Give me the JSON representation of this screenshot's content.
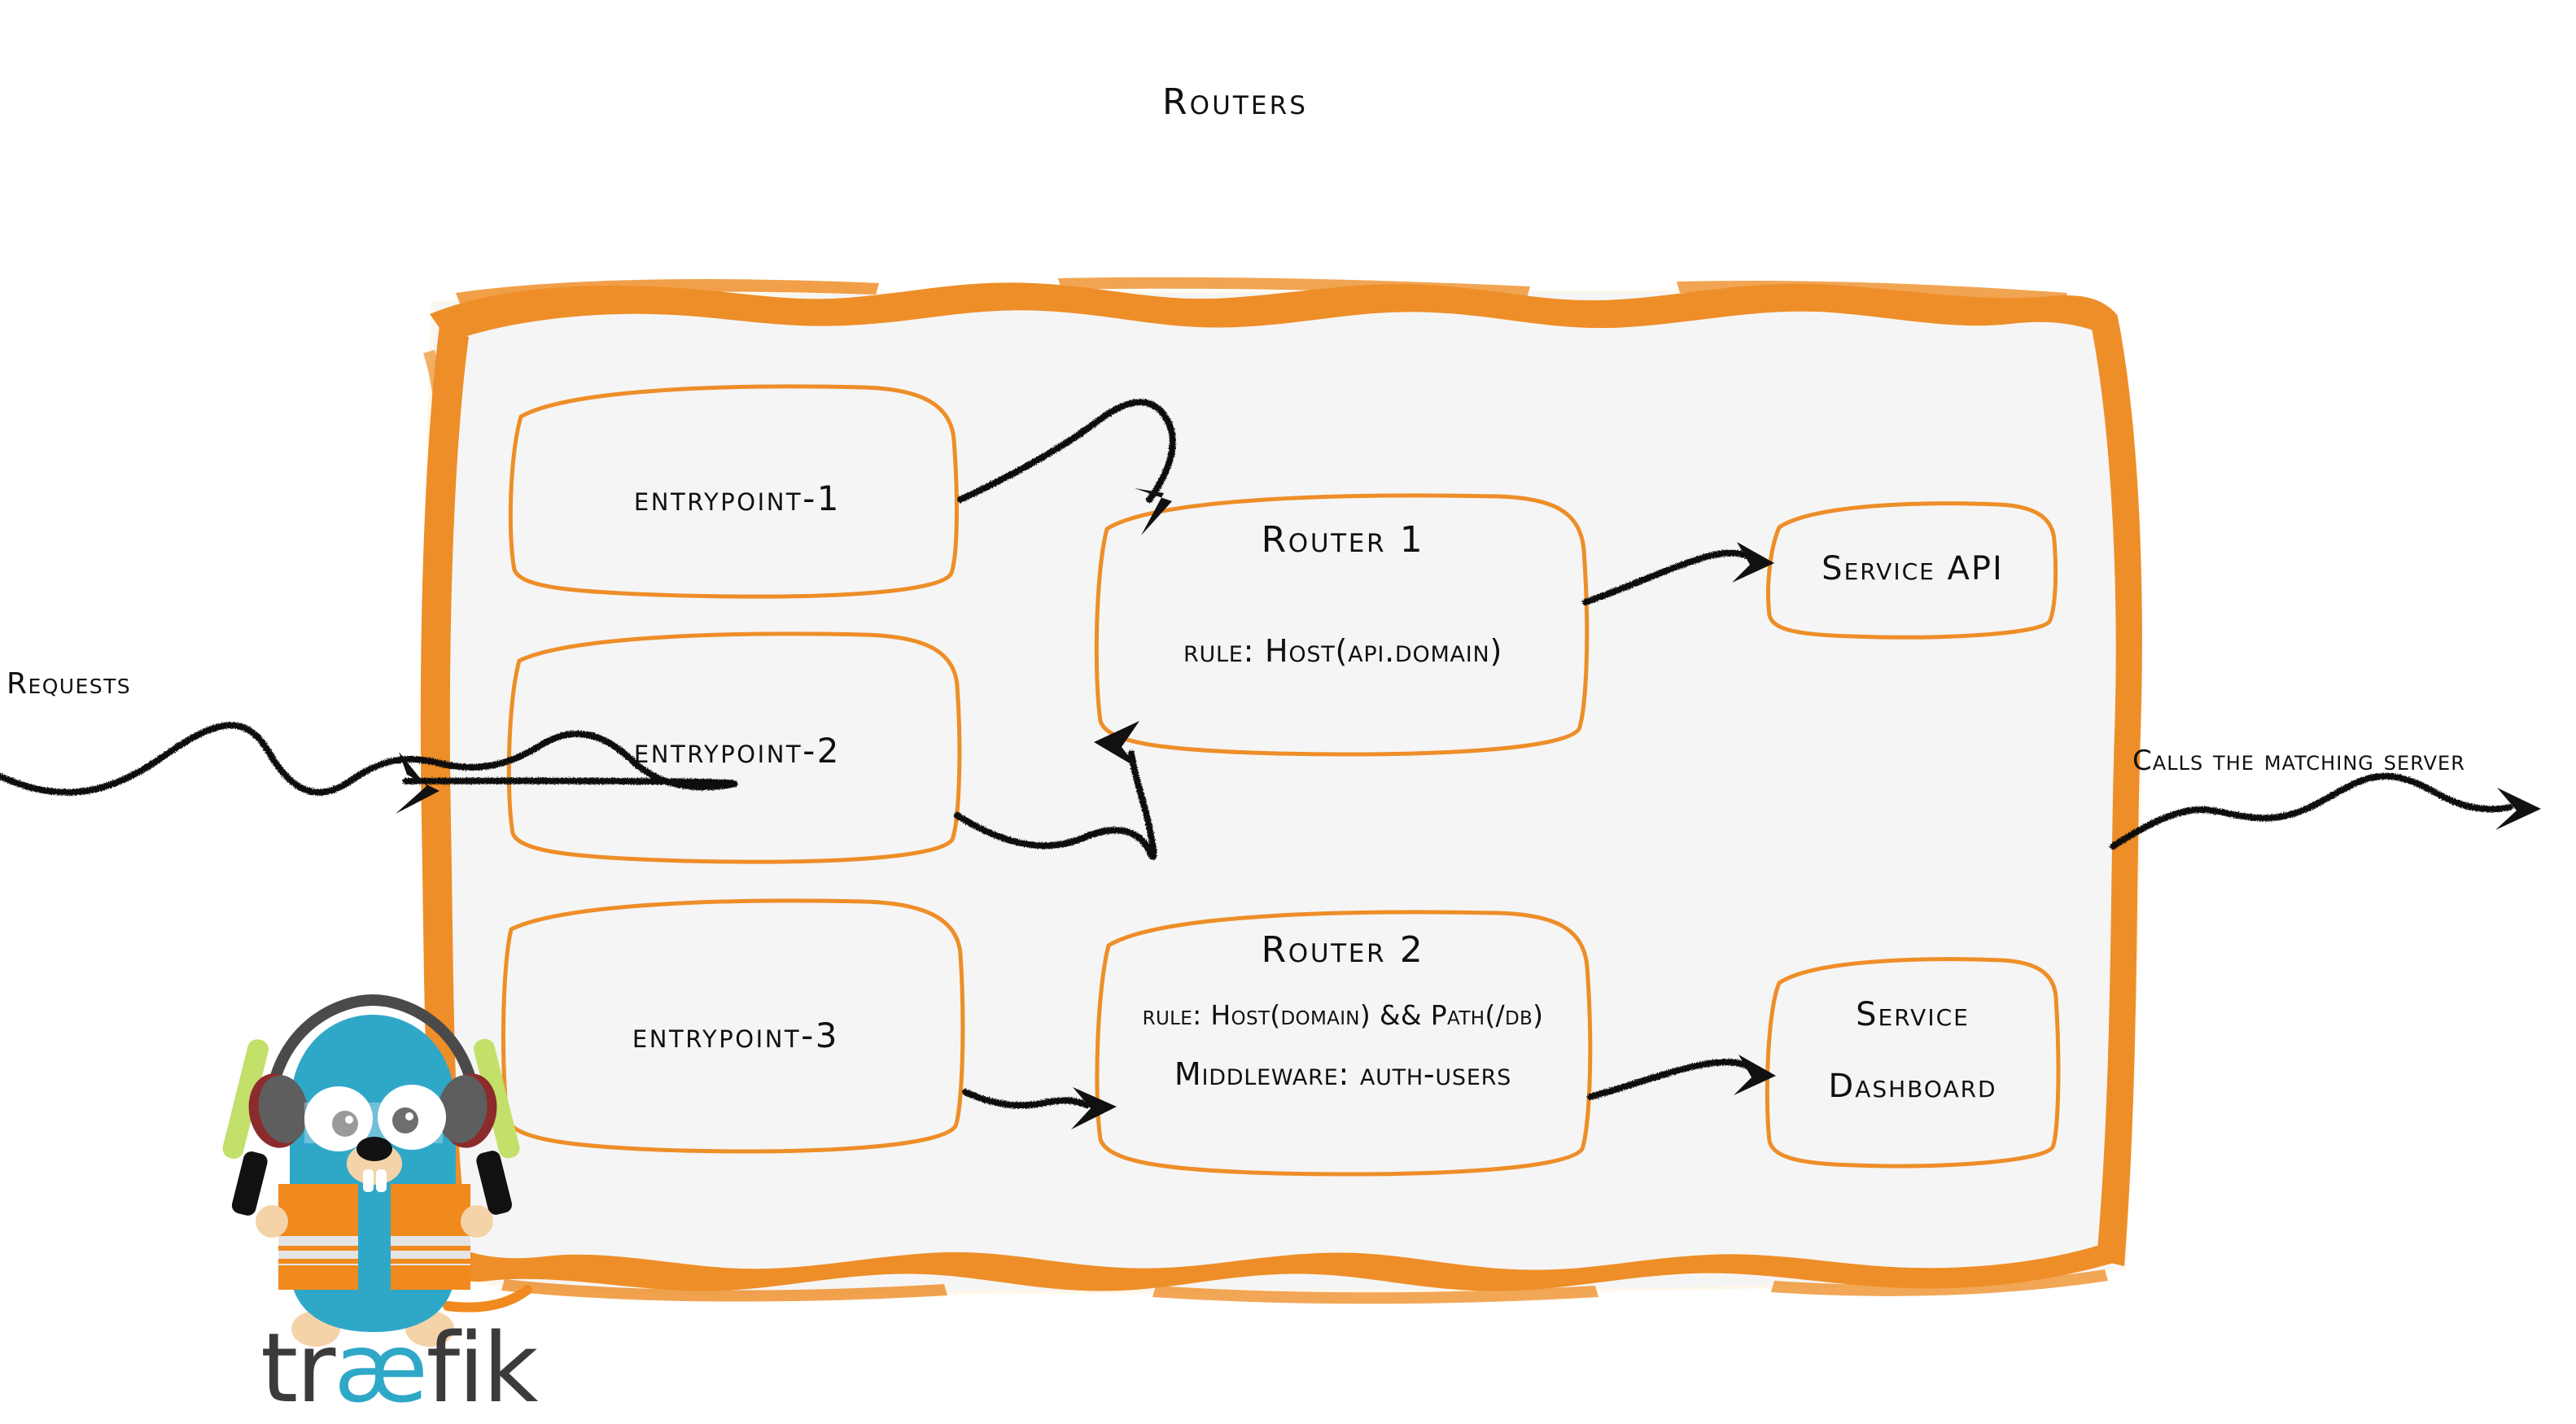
{
  "diagram": {
    "title": "Routers",
    "brand_orange": "#EE8E28",
    "panel_fill": "#F5F5F5",
    "ink": "#101010",
    "gopher_cyan": "#2FA8C8",
    "gopher_vest_orange": "#F08A1E",
    "wand_green": "#C3E06A"
  },
  "labels": {
    "incoming": "Requests",
    "outgoing": "Calls the matching server"
  },
  "entrypoints": [
    {
      "id": "entrypoint-1",
      "label": "entrypoint-1"
    },
    {
      "id": "entrypoint-2",
      "label": "entrypoint-2"
    },
    {
      "id": "entrypoint-3",
      "label": "entrypoint-3"
    }
  ],
  "routers": [
    {
      "id": "router-1",
      "title": "Router 1",
      "lines": [
        {
          "text": "rule: Host(api.domain)",
          "size": "normal"
        }
      ]
    },
    {
      "id": "router-2",
      "title": "Router 2",
      "lines": [
        {
          "text": "rule: Host(domain) && Path(/db)",
          "size": "small"
        },
        {
          "text": "Middleware: auth-users",
          "size": "normal"
        }
      ]
    }
  ],
  "services": [
    {
      "id": "service-api",
      "lines": [
        "Service API"
      ]
    },
    {
      "id": "service-dashboard",
      "lines": [
        "Service",
        "Dashboard"
      ]
    }
  ],
  "logo": {
    "wordmark_pre": "tr",
    "wordmark_ae": "æ",
    "wordmark_post": "fik",
    "mascot": "traefik-gopher-mascot"
  }
}
